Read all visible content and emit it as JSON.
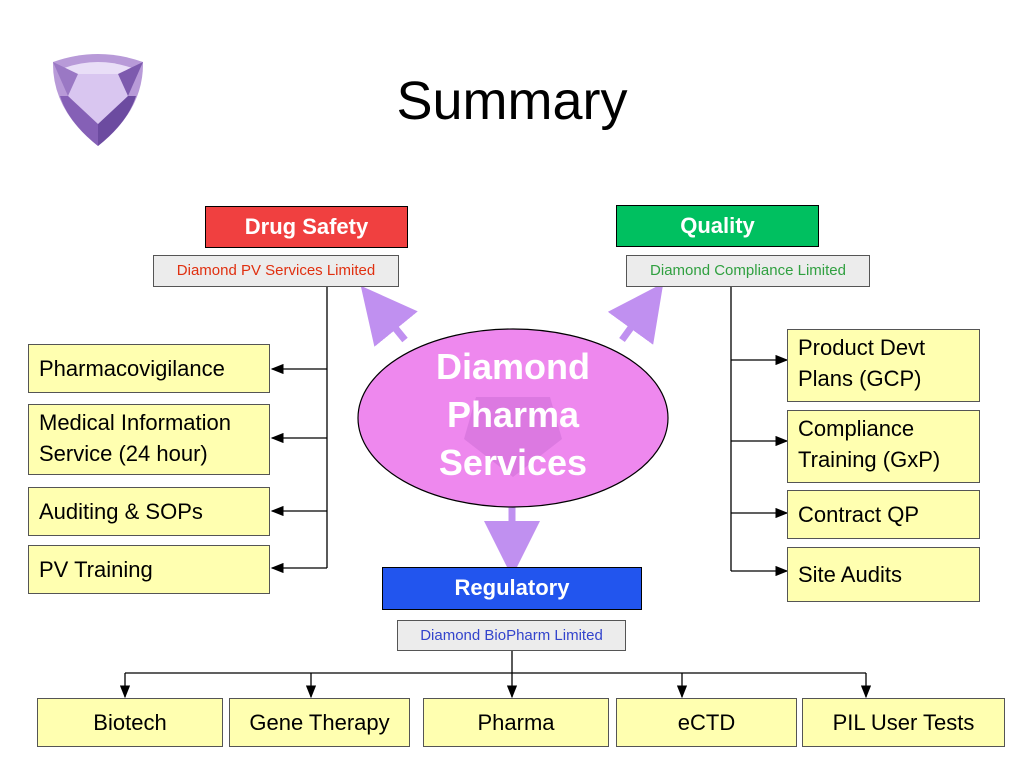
{
  "title": "Summary",
  "center": {
    "line1": "Diamond",
    "line2": "Pharma",
    "line3": "Services"
  },
  "drug_safety": {
    "label": "Drug Safety",
    "company": "Diamond PV Services Limited",
    "items": [
      "Pharmacovigilance",
      "Medical Information Service (24 hour)",
      "Auditing & SOPs",
      "PV Training"
    ]
  },
  "quality": {
    "label": "Quality",
    "company": "Diamond Compliance Limited",
    "items": [
      "Product Devt Plans (GCP)",
      "Compliance Training (GxP)",
      "Contract QP",
      "Site Audits"
    ]
  },
  "regulatory": {
    "label": "Regulatory",
    "company": "Diamond BioPharm Limited",
    "items": [
      "Biotech",
      "Gene Therapy",
      "Pharma",
      "eCTD",
      "PIL User Tests"
    ]
  },
  "colors": {
    "drug_safety": "#f04040",
    "quality": "#00c060",
    "regulatory": "#2255ee",
    "drug_safety_text": "#e03010",
    "quality_text": "#30a040",
    "regulatory_text": "#3344cc",
    "box_fill": "#ffffb0",
    "center_fill": "#ee88ee",
    "arrow": "#c090f0"
  },
  "logo": "diamond-shield-logo"
}
